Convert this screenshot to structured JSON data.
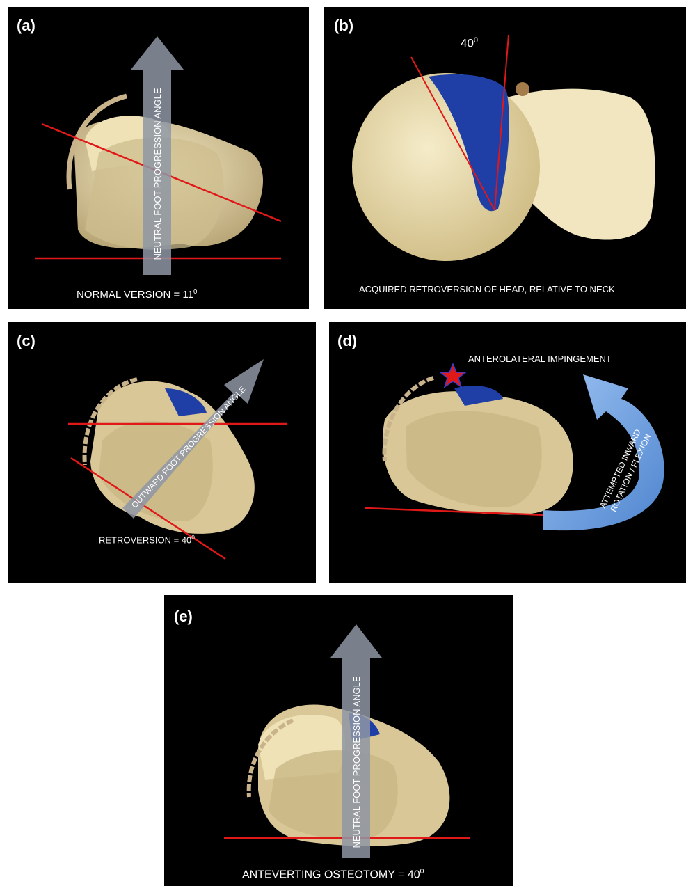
{
  "panels": {
    "a": {
      "label": "(a)",
      "arrow_text": "NEUTRAL FOOT PROGRESSION ANGLE",
      "caption_text": "NORMAL VERSION = 11",
      "caption_sup": "0"
    },
    "b": {
      "label": "(b)",
      "angle_text": "40",
      "angle_sup": "0",
      "caption_text": "ACQUIRED RETROVERSION OF HEAD, RELATIVE TO NECK"
    },
    "c": {
      "label": "(c)",
      "arrow_text": "OUTWARD FOOT PROGRESSION ANGLE",
      "caption_text": "RETROVERSION = 40",
      "caption_sup": "0"
    },
    "d": {
      "label": "(d)",
      "annotation": "ANTEROLATERAL IMPINGEMENT",
      "arrow_line1": "ATTEMPTED INWARD",
      "arrow_line2": "ROTATION / FLEXION"
    },
    "e": {
      "label": "(e)",
      "arrow_text": "NEUTRAL FOOT PROGRESSION ANGLE",
      "caption_text": "ANTEVERTING OSTEOTOMY = 40",
      "caption_sup": "0"
    }
  },
  "colors": {
    "bone": "#e8d9a8",
    "bone_shadow": "#b8a677",
    "overlay_blue": "#1f3fa6",
    "guide_red": "#e01818",
    "arrow_gray": "#8e96a4",
    "arc_tan": "#c9b38a",
    "curved_arrow_blue": "#6a9de0"
  }
}
